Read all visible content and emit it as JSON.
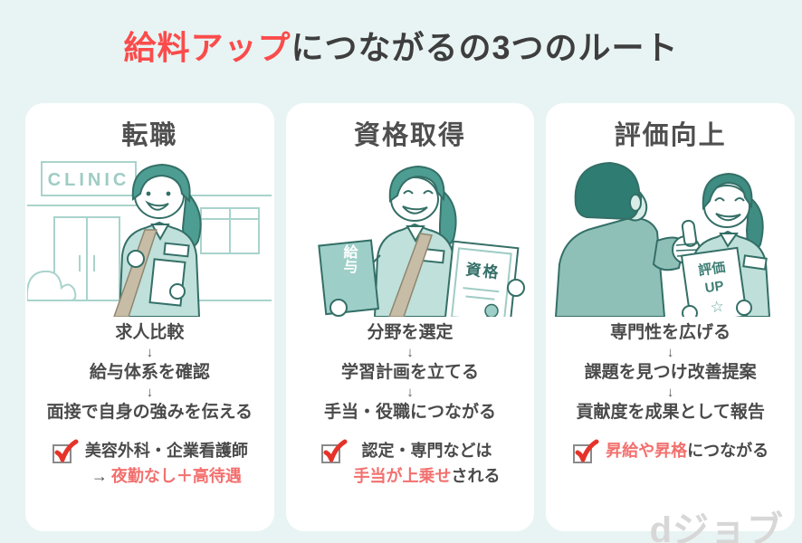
{
  "title": {
    "highlight": "給料アップ",
    "rest": "につながるの3つのルート"
  },
  "glyphs": {
    "down_arrow": "↓",
    "note_arrow": "→"
  },
  "colors": {
    "background": "#e8f4f3",
    "card": "#ffffff",
    "title_accent_red": "#fb4b4b",
    "body_red": "#f2706e",
    "check_red": "#e5332a",
    "dark_text": "#4a4a4a",
    "illustration_outline": "#346f67",
    "illustration_teal_fill": "#4e9d93",
    "illustration_light_teal": "#bfe0db",
    "bag_beige": "#c7bda6",
    "logo_gray": "#d7d7d7"
  },
  "cards": [
    {
      "header": "転職",
      "illustration": {
        "name": "nurse-in-front-of-clinic",
        "sign_text": "CLINIC"
      },
      "steps": [
        "求人比較",
        "給与体系を確認",
        "面接で自身の強みを伝える"
      ],
      "note": {
        "line1_dark": "美容外科・企業看護師",
        "line2_prefix": "→",
        "line2_red": "夜勤なし＋高待遇"
      }
    },
    {
      "header": "資格取得",
      "illustration": {
        "name": "nurse-holding-salary-and-certificate",
        "envelope_text": "給与",
        "certificate_text": "資格"
      },
      "steps": [
        "分野を選定",
        "学習計画を立てる",
        "手当・役職につながる"
      ],
      "note": {
        "line1_dark": "認定・専門などは",
        "line2_red": "手当が上乗せ",
        "line2_dark": "される"
      }
    },
    {
      "header": "評価向上",
      "illustration": {
        "name": "manager-thumbs-up-nurse-evaluation",
        "paper_text_1": "評価",
        "paper_text_2": "UP",
        "paper_star": "☆"
      },
      "steps": [
        "専門性を広げる",
        "課題を見つけ改善提案",
        "貢献度を成果として報告"
      ],
      "note": {
        "line1_red": "昇給や昇格",
        "line1_dark": "につながる"
      }
    }
  ],
  "footer": {
    "logo": "dジョブ"
  }
}
